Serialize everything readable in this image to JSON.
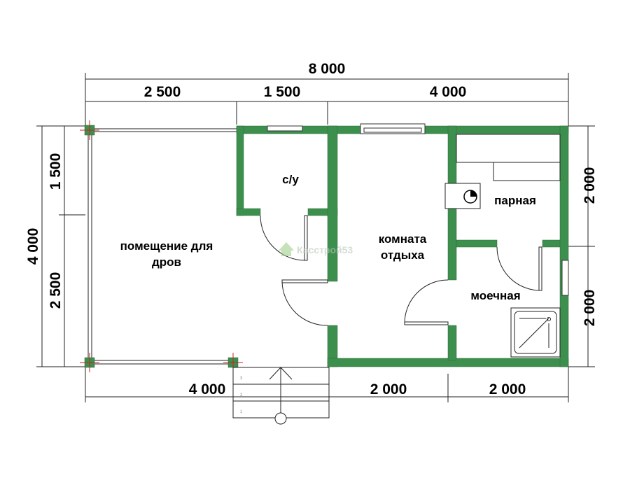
{
  "dimensions": {
    "total_width": "8 000",
    "top": [
      "2 500",
      "1 500",
      "4 000"
    ],
    "left_total": "4 000",
    "left": [
      "1 500",
      "2 500"
    ],
    "right": [
      "2 000",
      "2 000"
    ],
    "bottom": [
      "4 000",
      "2 000",
      "2 000"
    ]
  },
  "rooms": {
    "woodshed": [
      "помещение для",
      "дров"
    ],
    "toilet": "с/у",
    "rest_room": [
      "комната",
      "отдыха"
    ],
    "steam_room": "парная",
    "wash_room": "моечная"
  },
  "stairs": [
    "1",
    "2",
    "3"
  ],
  "watermark": "Касстрой53",
  "colors": {
    "wall": "#3d8f4e"
  }
}
